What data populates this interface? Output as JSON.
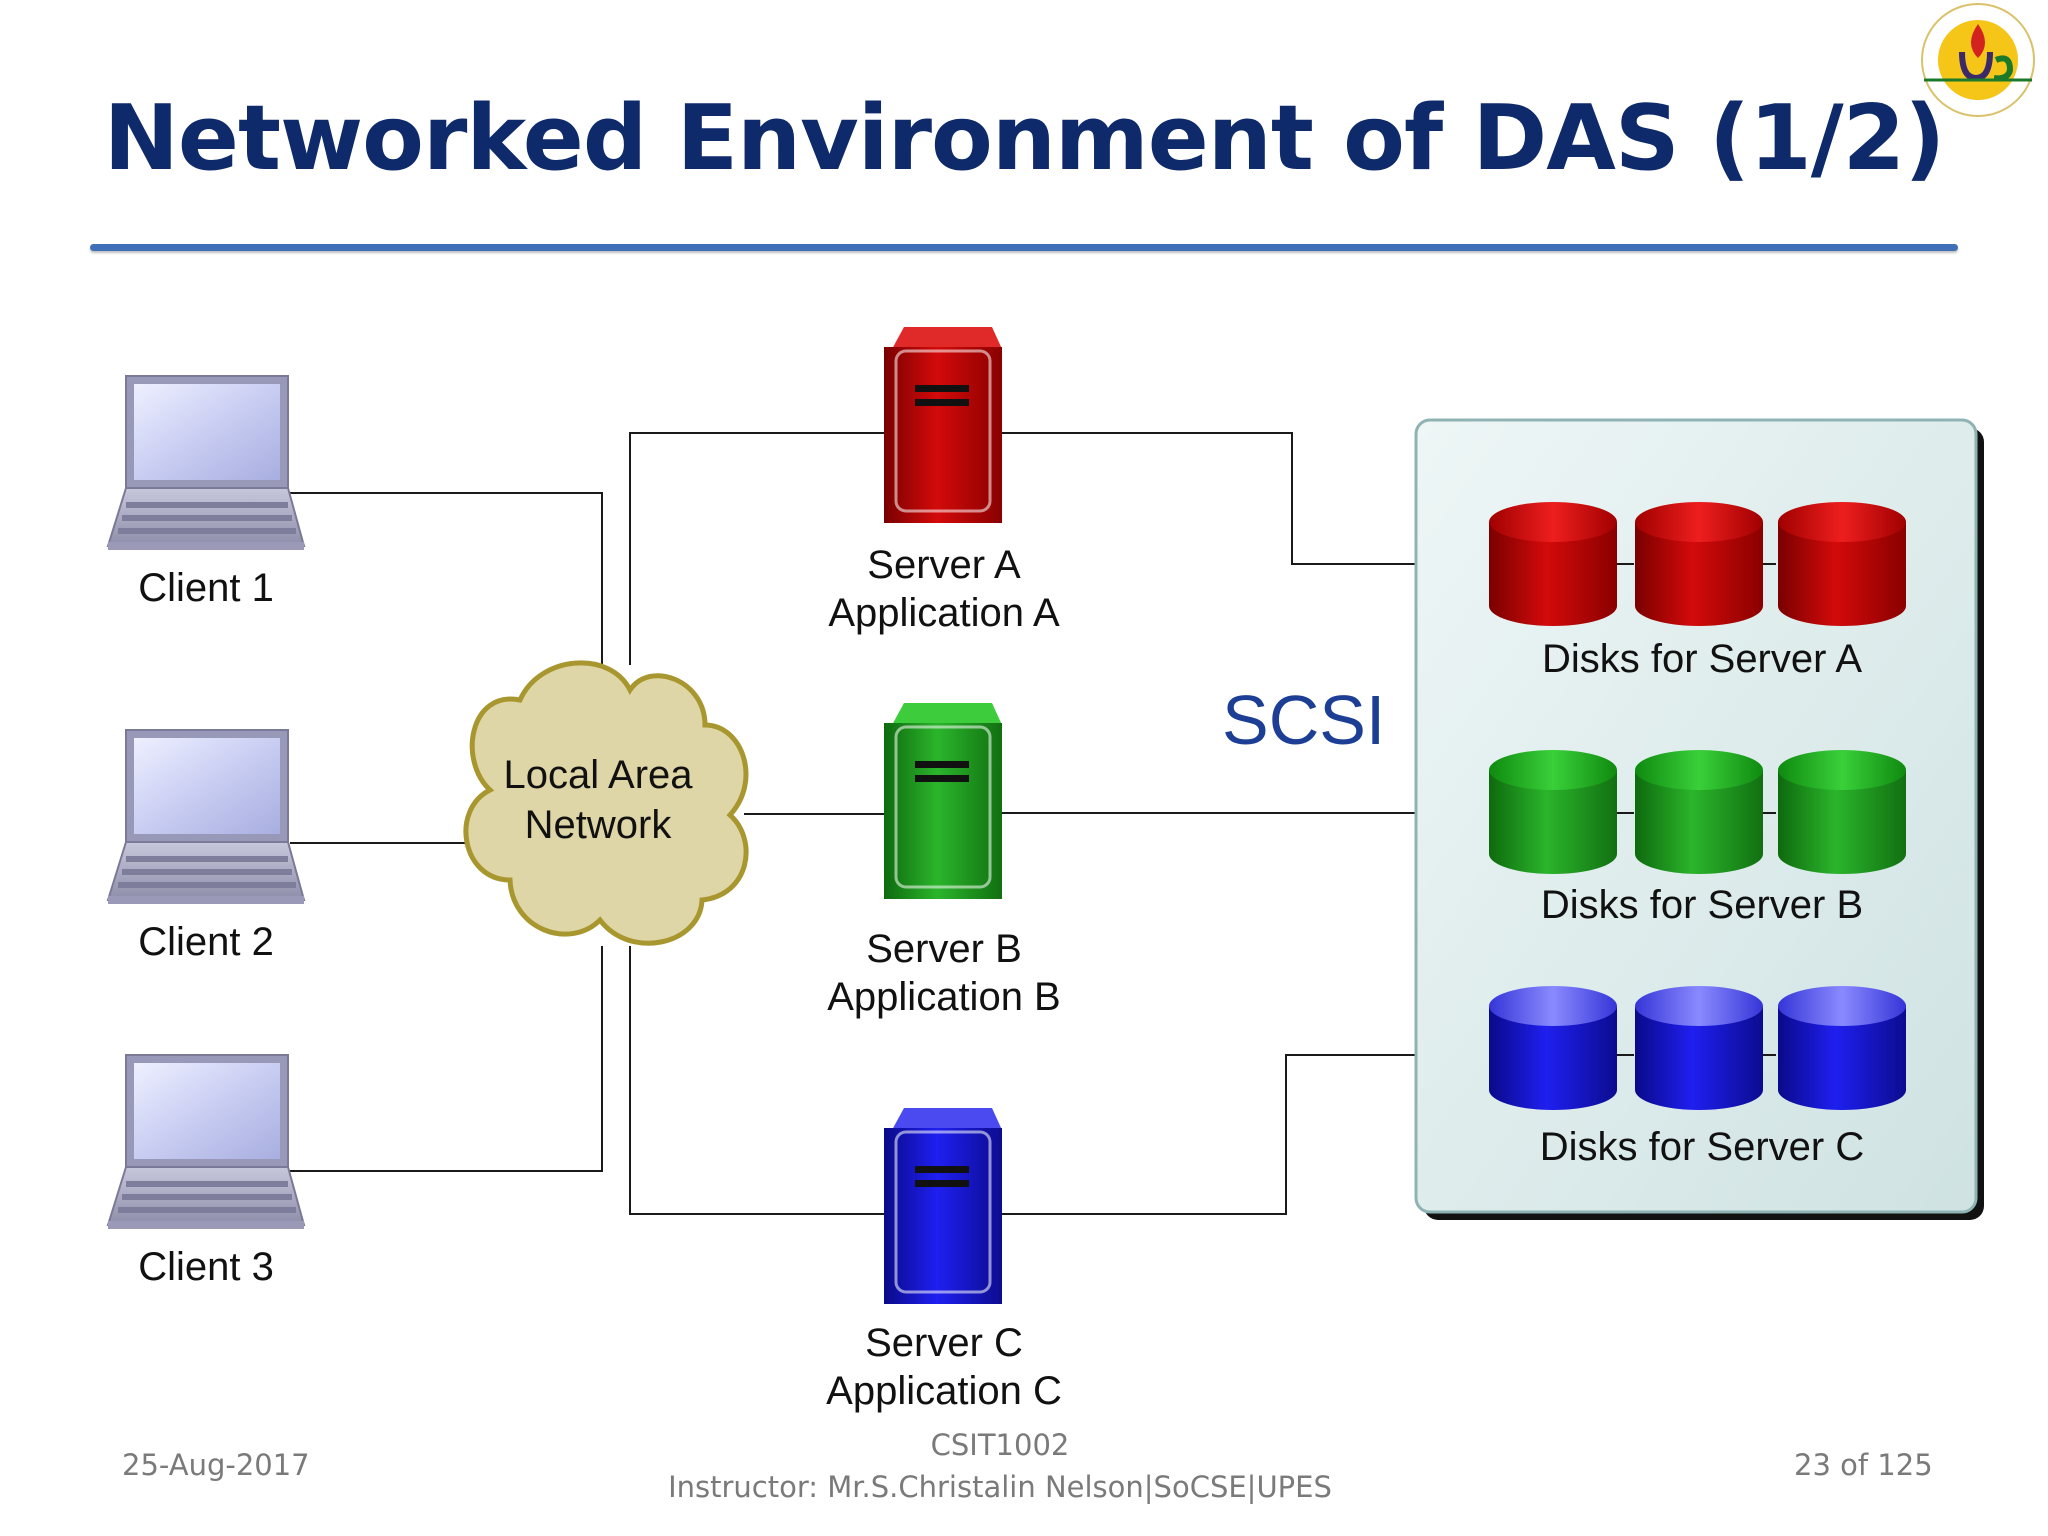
{
  "title": "Networked Environment of DAS (1/2)",
  "clients": [
    {
      "label": "Client 1"
    },
    {
      "label": "Client 2"
    },
    {
      "label": "Client 3"
    }
  ],
  "lan": {
    "line1": "Local Area",
    "line2": "Network"
  },
  "servers": [
    {
      "line1": "Server A",
      "line2": "Application A",
      "color": "#cc0000"
    },
    {
      "line1": "Server B",
      "line2": "Application B",
      "color": "#16a316"
    },
    {
      "line1": "Server C",
      "line2": "Application C",
      "color": "#2a2ae0"
    }
  ],
  "scsi_label": "SCSI",
  "disk_groups": [
    {
      "label": "Disks for Server A",
      "color": "#c8000b"
    },
    {
      "label": "Disks for Server B",
      "color": "#22a022"
    },
    {
      "label": "Disks for Server C",
      "color": "#1010e6"
    }
  ],
  "colors": {
    "title": "#0e2a6b",
    "rule": "#3f6fb6",
    "scsi": "#1c3e94",
    "cloud": "#ded6a6",
    "storage_box": "#dbeaea"
  },
  "footer": {
    "date": "25-Aug-2017",
    "course": "CSIT1002",
    "instructor": "Instructor: Mr.S.Christalin Nelson|SoCSE|UPES",
    "page": "23 of 125"
  }
}
